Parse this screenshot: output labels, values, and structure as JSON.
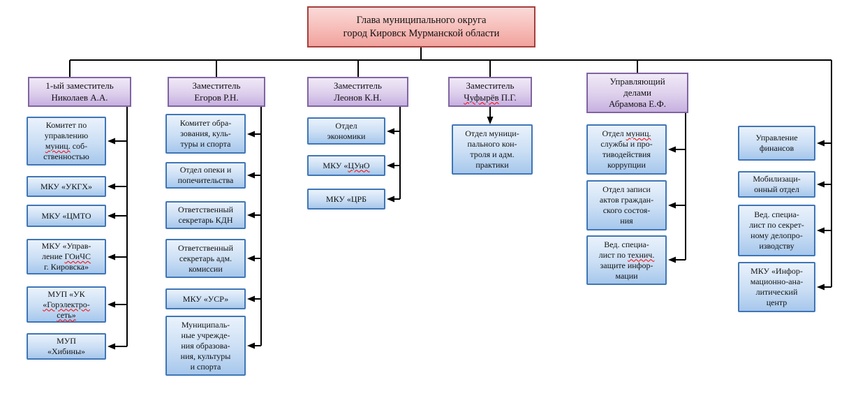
{
  "root": {
    "text": "Глава муниципального округа\nгород Кировск Мурманской области"
  },
  "deputies": [
    {
      "text": "1-ый заместитель\nНиколаев А.А."
    },
    {
      "text": "Заместитель\nЕгоров Р.Н."
    },
    {
      "text": "Заместитель\nЛеонов К.Н."
    },
    {
      "parts": [
        "Заместитель\n",
        "Чуфырёв",
        " П.Г."
      ]
    },
    {
      "text": "Управляющий\nделами\nАбрамова Е.Ф."
    }
  ],
  "col_nikolaev": [
    {
      "parts": [
        "Комитет по\nуправлению\n",
        "муниц.",
        " соб-\nственностью"
      ]
    },
    {
      "text": "МКУ «УКГХ»"
    },
    {
      "text": "МКУ «ЦМТО"
    },
    {
      "parts": [
        "МКУ «Управ-\nление ",
        "ГОиЧС",
        "\nг. Кировска»"
      ]
    },
    {
      "parts": [
        "МУП «УК\n",
        "«Горэлектро-",
        "\n",
        "сеть»"
      ]
    },
    {
      "text": "МУП\n«Хибины»"
    }
  ],
  "col_egorov": [
    {
      "text": "Комитет обра-\nзования, куль-\nтуры и спорта"
    },
    {
      "text": "Отдел опеки и\nпопечительства"
    },
    {
      "text": "Ответственный\nсекретарь КДН"
    },
    {
      "text": "Ответственный\nсекретарь адм.\nкомиссии"
    },
    {
      "text": "МКУ «УСР»"
    },
    {
      "text": "Муниципаль-\nные учрежде-\nния образова-\nния, культуры\nи спорта"
    }
  ],
  "col_leonov": [
    {
      "text": "Отдел\nэкономики"
    },
    {
      "parts": [
        "МКУ «",
        "ЦУнО"
      ]
    },
    {
      "text": "МКУ «ЦРБ"
    }
  ],
  "col_chufyrev": [
    {
      "text": "Отдел муници-\nпального кон-\nтроля и адм.\nпрактики"
    }
  ],
  "col_abramova_left": [
    {
      "parts": [
        "Отдел ",
        "муниц.",
        "\nслужбы и про-\nтиводействия\nкоррупции"
      ]
    },
    {
      "text": "Отдел записи\nактов граждан-\nского состоя-\nния"
    },
    {
      "parts": [
        "Вед. специа-\nлист по ",
        "технич.",
        "\nзащите инфор-\nмации"
      ]
    }
  ],
  "col_abramova_right": [
    {
      "text": "Управление\nфинансов"
    },
    {
      "text": "Мобилизаци-\nонный отдел"
    },
    {
      "text": "Вед. специа-\nлист по секрет-\nному делопро-\nизводству"
    },
    {
      "text": "МКУ «Инфор-\nмационно-ана-\nлитический\nцентр"
    }
  ],
  "colors": {
    "root_fill_top": "#fbdad8",
    "root_fill_bottom": "#f1a29d",
    "root_border": "#a43f3c",
    "deputy_fill_top": "#f0eaf7",
    "deputy_fill_bottom": "#c7b0e0",
    "deputy_border": "#8064a2",
    "unit_fill_top": "#eaf2fc",
    "unit_fill_bottom": "#a6c7ec",
    "unit_border": "#3f76b6",
    "connector": "#000000",
    "misspell_underline": "#ff0000"
  }
}
